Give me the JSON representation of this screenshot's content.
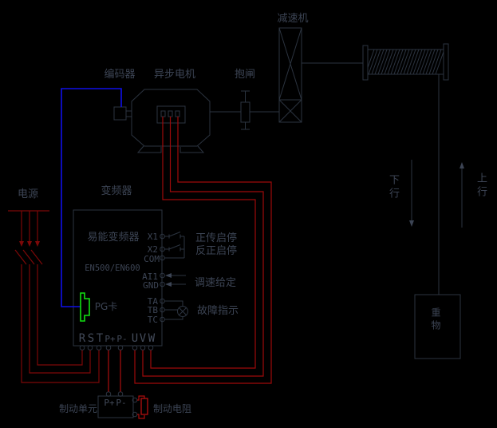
{
  "diagram": {
    "components": {
      "power": "电源",
      "encoder": "编码器",
      "motor": "异步电机",
      "brake": "抱闸",
      "reducer": "减速机",
      "weight": "重物",
      "brake_unit": "制动单元",
      "brake_resistor": "制动电阻"
    },
    "inverter": {
      "name": "变频器",
      "brand": "易能变频器",
      "model": "EN500/EN600",
      "pg_card": "PG卡",
      "control_terminals": [
        "X1",
        "X2",
        "COM",
        "AI1",
        "GND",
        "TA",
        "TB",
        "TC"
      ],
      "power_terminals": [
        "R",
        "S",
        "T",
        "P+",
        "P-",
        "U",
        "V",
        "W"
      ],
      "signals": {
        "forward": "正传启停",
        "reverse": "反正启停",
        "speed_ref": "调速给定",
        "fault": "故障指示"
      }
    },
    "brake_unit_terminals": [
      "P+",
      "P-"
    ],
    "directions": {
      "down": "下行",
      "up": "上行"
    },
    "colors": {
      "background": "#000000",
      "line": "#2c3440",
      "text": "#3c4454",
      "wire_power": "#7c0808",
      "wire_motor": "#9e0a0a",
      "wire_brake": "#ab0d0d",
      "resistor": "#c01111",
      "encoder_wire": "#0f0fe8",
      "pg_card": "#12e012"
    }
  }
}
